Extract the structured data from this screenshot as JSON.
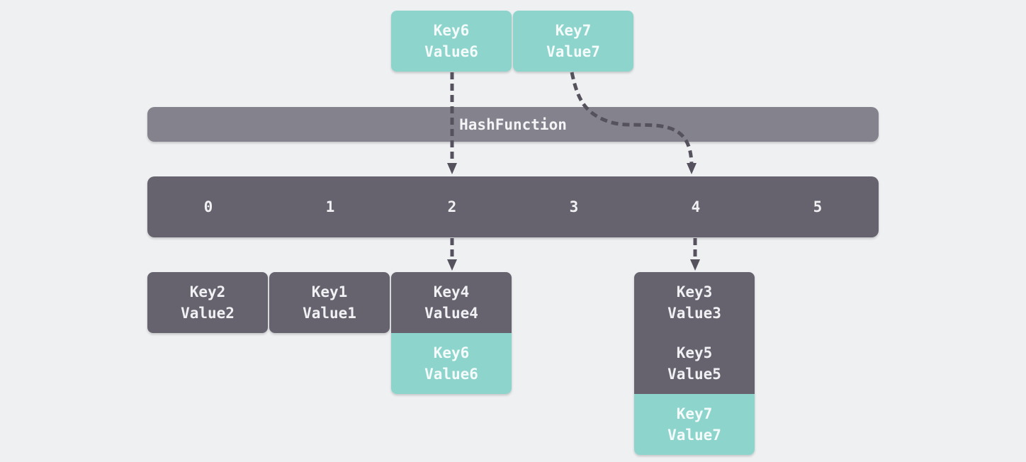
{
  "incoming": [
    {
      "key": "Key6",
      "value": "Value6"
    },
    {
      "key": "Key7",
      "value": "Value7"
    }
  ],
  "hash_function": {
    "label": "HashFunction"
  },
  "buckets": [
    "0",
    "1",
    "2",
    "3",
    "4",
    "5"
  ],
  "chains": {
    "bucket0": [
      {
        "key": "Key2",
        "value": "Value2"
      }
    ],
    "bucket1": [
      {
        "key": "Key1",
        "value": "Value1"
      }
    ],
    "bucket2": [
      {
        "key": "Key4",
        "value": "Value4"
      },
      {
        "key": "Key6",
        "value": "Value6"
      }
    ],
    "bucket4": [
      {
        "key": "Key3",
        "value": "Value3"
      },
      {
        "key": "Key5",
        "value": "Value5"
      },
      {
        "key": "Key7",
        "value": "Value7"
      }
    ]
  },
  "colors": {
    "background": "#eef0f2",
    "new_entry": "#8dd5cc",
    "existing_entry": "#66636f",
    "hash_function": "#84828c",
    "arrow": "#55525d"
  }
}
